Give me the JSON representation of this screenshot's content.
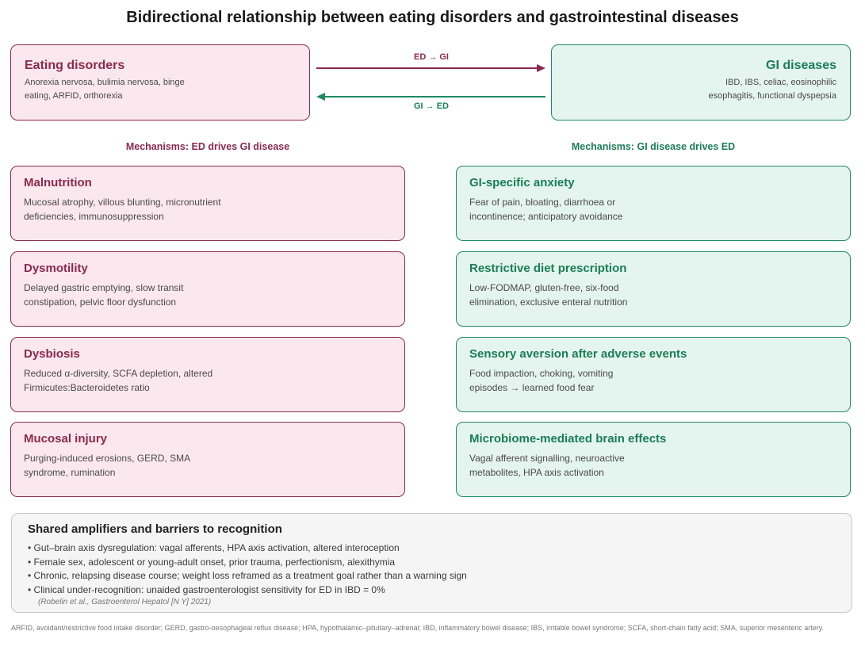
{
  "title": "Bidirectional relationship between eating disorders and gastrointestinal diseases",
  "colors": {
    "ed_accent": "#8b2a4c",
    "ed_fill": "#fbe7ee",
    "gi_accent": "#1f8a62",
    "gi_fill": "#e4f4ee"
  },
  "ed_box": {
    "title": "Eating disorders",
    "body": "Anorexia nervosa, bulimia nervosa, binge eating, ARFID, orthorexia"
  },
  "gi_box": {
    "title": "GI diseases",
    "body": "IBD, IBS, celiac, eosinophilic esophagitis, functional dyspepsia"
  },
  "arrows": {
    "ed_to_gi": "ED → GI",
    "gi_to_ed": "GI → ED"
  },
  "left_heading": "Mechanisms: ED drives GI disease",
  "right_heading": "Mechanisms: GI disease drives ED",
  "left_mechanisms": [
    {
      "title": "Malnutrition",
      "body": "Mucosal atrophy, villous blunting, micronutrient deficiencies, immunosuppression"
    },
    {
      "title": "Dysmotility",
      "body": "Delayed gastric emptying, slow transit constipation, pelvic floor dysfunction"
    },
    {
      "title": "Dysbiosis",
      "body": "Reduced α-diversity, SCFA depletion, altered Firmicutes:Bacteroidetes ratio"
    },
    {
      "title": "Mucosal injury",
      "body": "Purging-induced erosions, GERD, SMA syndrome, rumination"
    }
  ],
  "right_mechanisms": [
    {
      "title": "GI-specific anxiety",
      "body": "Fear of pain, bloating, diarrhoea or incontinence; anticipatory avoidance"
    },
    {
      "title": "Restrictive diet prescription",
      "body": "Low-FODMAP, gluten-free, six-food elimination, exclusive enteral nutrition"
    },
    {
      "title": "Sensory aversion after adverse events",
      "body": "Food impaction, choking, vomiting episodes → learned food fear"
    },
    {
      "title": "Microbiome-mediated brain effects",
      "body": "Vagal afferent signalling, neuroactive metabolites, HPA axis activation"
    }
  ],
  "shared": {
    "title": "Shared amplifiers and barriers to recognition",
    "items": [
      "Gut–brain axis dysregulation: vagal afferents, HPA axis activation, altered interoception",
      "Female sex, adolescent or young-adult onset, prior trauma, perfectionism, alexithymia",
      "Chronic, relapsing disease course; weight loss reframed as a treatment goal rather than a warning sign",
      "Clinical under-recognition: unaided gastroenterologist sensitivity for ED in IBD = 0%"
    ],
    "citation": "(Robelin et al., Gastroenterol Hepatol [N Y] 2021)"
  },
  "footnote": "ARFID, avoidant/restrictive food intake disorder; GERD, gastro-oesophageal reflux disease; HPA, hypothalamic–pituitary–adrenal; IBD, inflammatory bowel disease; IBS, irritable bowel syndrome; SCFA, short-chain fatty acid; SMA, superior mesenteric artery."
}
